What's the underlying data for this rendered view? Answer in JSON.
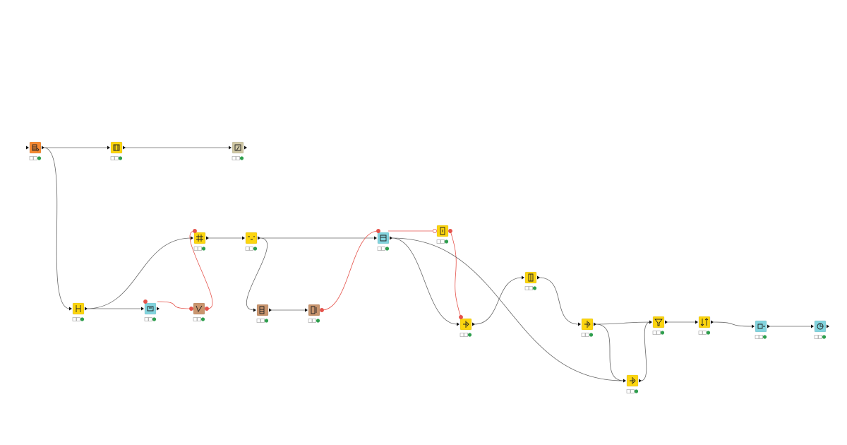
{
  "colors": {
    "source": "#f58a33",
    "manipulator": "#fcd50f",
    "connector": "#83d4de",
    "flow_variable": "#c9956e",
    "learner": "#cfc7a4",
    "status_ok": "#2e9e4d",
    "edge_data": "#666666",
    "edge_variable": "#e5534b"
  },
  "diagram": {
    "nodes": [
      {
        "id": "n1",
        "kind": "source",
        "icon": "table-reader-icon"
      },
      {
        "id": "n2",
        "kind": "manipulator",
        "icon": "column-filter-icon"
      },
      {
        "id": "n3",
        "kind": "learner",
        "icon": "model-writer-icon"
      },
      {
        "id": "n4",
        "kind": "manipulator",
        "icon": "row-splitter-icon"
      },
      {
        "id": "n5",
        "kind": "connector",
        "icon": "db-connector-icon"
      },
      {
        "id": "n6",
        "kind": "flow_variable",
        "icon": "table-to-variable-icon"
      },
      {
        "id": "n7",
        "kind": "manipulator",
        "icon": "column-rename-icon"
      },
      {
        "id": "n8",
        "kind": "manipulator",
        "icon": "string-manipulation-icon"
      },
      {
        "id": "n9",
        "kind": "flow_variable",
        "icon": "variable-loop-start-icon"
      },
      {
        "id": "n10",
        "kind": "flow_variable",
        "icon": "variable-loop-end-icon"
      },
      {
        "id": "n11",
        "kind": "connector",
        "icon": "db-table-selector-icon"
      },
      {
        "id": "n12",
        "kind": "manipulator",
        "icon": "variable-injector-icon"
      },
      {
        "id": "n13",
        "kind": "manipulator",
        "icon": "joiner-icon"
      },
      {
        "id": "n14",
        "kind": "manipulator",
        "icon": "column-appender-icon"
      },
      {
        "id": "n15",
        "kind": "manipulator",
        "icon": "joiner-icon"
      },
      {
        "id": "n16",
        "kind": "manipulator",
        "icon": "row-filter-icon"
      },
      {
        "id": "n17",
        "kind": "manipulator",
        "icon": "joiner-icon"
      },
      {
        "id": "n18",
        "kind": "manipulator",
        "icon": "sorter-icon"
      },
      {
        "id": "n19",
        "kind": "connector",
        "icon": "db-writer-icon"
      },
      {
        "id": "n20",
        "kind": "connector",
        "icon": "db-reader-icon"
      }
    ],
    "edges": [
      {
        "from": "n1",
        "to": "n2",
        "type": "data"
      },
      {
        "from": "n2",
        "to": "n3",
        "type": "data"
      },
      {
        "from": "n1",
        "to": "n4",
        "type": "data"
      },
      {
        "from": "n4",
        "to": "n5",
        "type": "data"
      },
      {
        "from": "n4",
        "to": "n7",
        "type": "data"
      },
      {
        "from": "n5",
        "to": "n6",
        "type": "variable"
      },
      {
        "from": "n6",
        "to": "n7",
        "type": "variable"
      },
      {
        "from": "n7",
        "to": "n8",
        "type": "data"
      },
      {
        "from": "n8",
        "to": "n11",
        "type": "data"
      },
      {
        "from": "n8",
        "to": "n9",
        "type": "data"
      },
      {
        "from": "n9",
        "to": "n10",
        "type": "data"
      },
      {
        "from": "n10",
        "to": "n11",
        "type": "variable"
      },
      {
        "from": "n11",
        "to": "n12",
        "type": "variable"
      },
      {
        "from": "n12",
        "to": "n13",
        "type": "variable"
      },
      {
        "from": "n11",
        "to": "n13",
        "type": "data"
      },
      {
        "from": "n11",
        "to": "n17",
        "type": "data"
      },
      {
        "from": "n13",
        "to": "n14",
        "type": "data"
      },
      {
        "from": "n14",
        "to": "n15",
        "type": "data"
      },
      {
        "from": "n15",
        "to": "n16",
        "type": "data"
      },
      {
        "from": "n15",
        "to": "n17",
        "type": "data"
      },
      {
        "from": "n17",
        "to": "n16",
        "type": "data"
      },
      {
        "from": "n16",
        "to": "n18",
        "type": "data"
      },
      {
        "from": "n18",
        "to": "n19",
        "type": "data"
      },
      {
        "from": "n19",
        "to": "n20",
        "type": "data"
      }
    ]
  }
}
